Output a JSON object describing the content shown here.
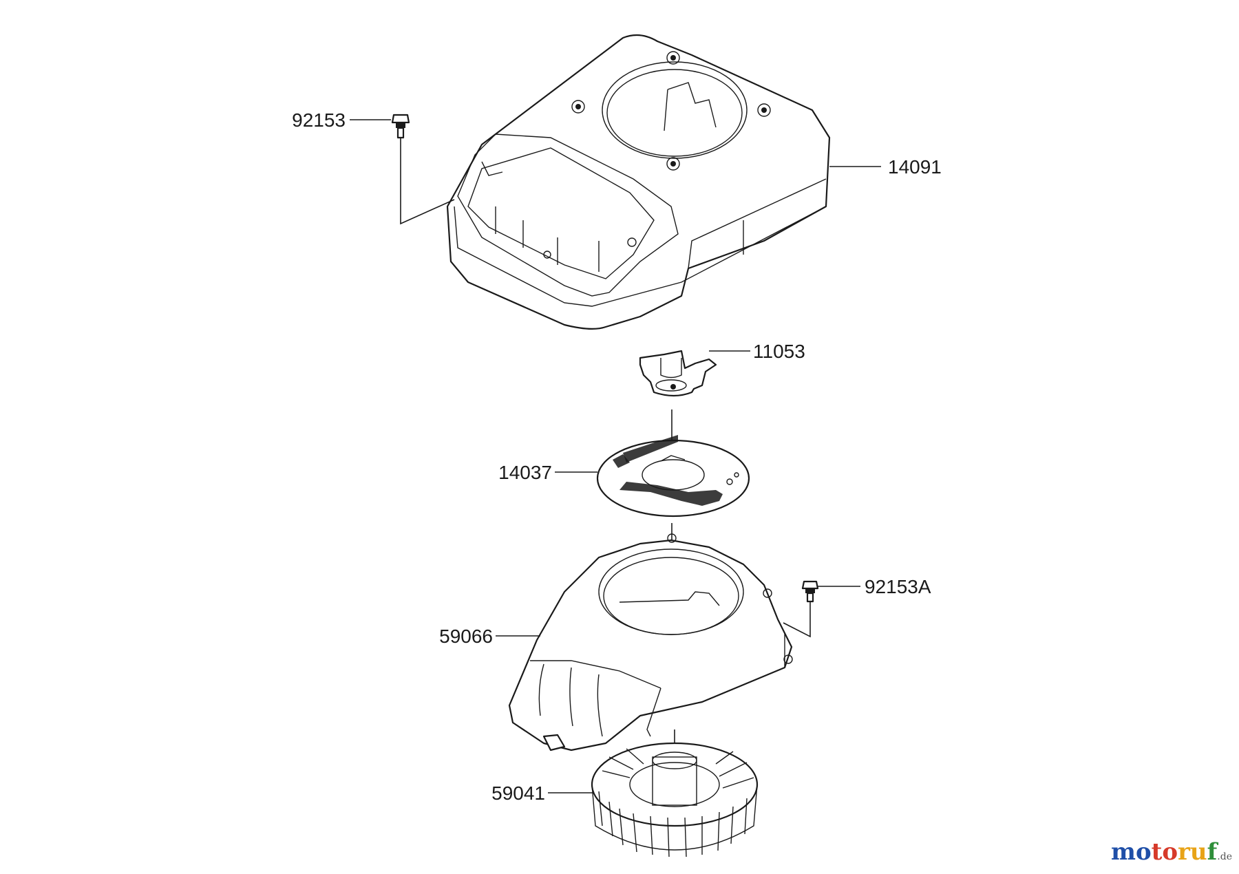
{
  "diagram": {
    "parts": {
      "p92153": "92153",
      "p14091": "14091",
      "p11053": "11053",
      "p14037": "14037",
      "p92153A": "92153A",
      "p59066": "59066",
      "p59041": "59041"
    }
  },
  "watermark": {
    "m1": "mo",
    "m2": "to",
    "m3": "ru",
    "m4": "f",
    "tld": ".de"
  }
}
